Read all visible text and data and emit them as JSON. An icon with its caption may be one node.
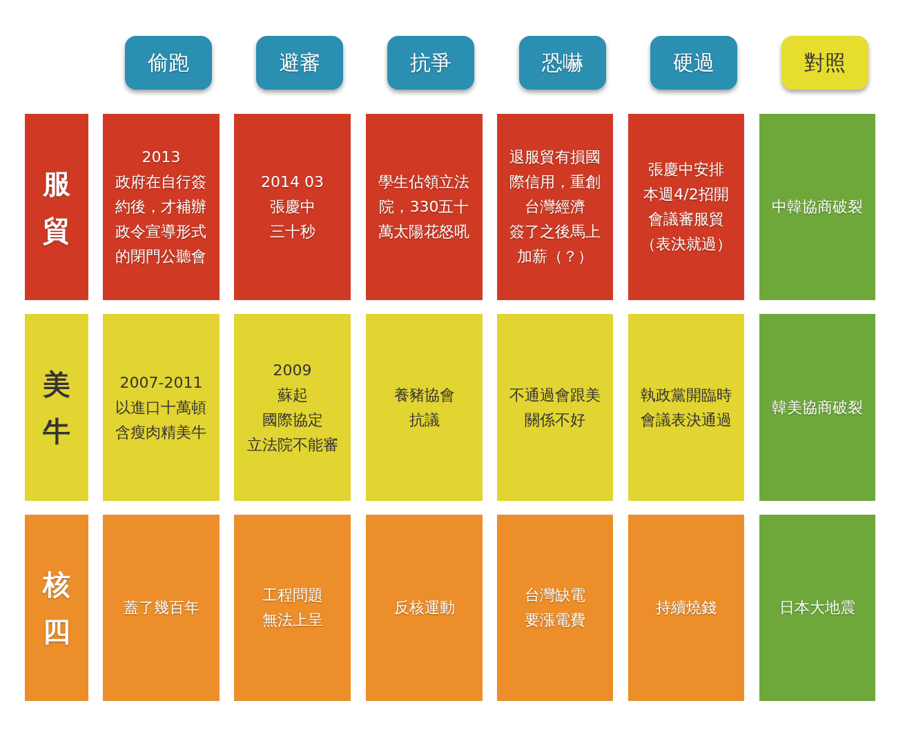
{
  "diagram": {
    "nodes": [
      {
        "text": [
          "偷跑"
        ]
      },
      {
        "text": [
          "避審"
        ]
      },
      {
        "text": [
          "抗爭"
        ]
      },
      {
        "text": [
          "恐嚇"
        ]
      },
      {
        "text": [
          "硬過"
        ]
      },
      {
        "text": [
          "對照"
        ]
      },
      {
        "text": [
          "服貿"
        ]
      },
      {
        "text": [
          "2013",
          "政府在自行簽約後，才補辦政令宣導形式的閉門公聽會"
        ]
      },
      {
        "text": [
          "2014 03",
          "張慶中",
          "三十秒"
        ]
      },
      {
        "text": [
          "學生佔領立法院，330五十萬太陽花怒吼"
        ]
      },
      {
        "text": [
          "退服貿有損國際信用，重創台灣經濟",
          "簽了之後馬上加薪（？）"
        ]
      },
      {
        "text": [
          "張慶中安排",
          "本週4/2招開",
          "會議審服貿",
          "（表決就過）"
        ]
      },
      {
        "text": [
          "中韓協商破裂"
        ]
      },
      {
        "text": [
          "美牛"
        ]
      },
      {
        "text": [
          "2007-2011",
          "以進口十萬頓含瘦肉精美牛"
        ]
      },
      {
        "text": [
          "2009",
          "蘇起",
          "國際協定",
          "立法院不能審"
        ]
      },
      {
        "text": [
          "養豬協會",
          "抗議"
        ]
      },
      {
        "text": [
          "不通過會跟美關係不好"
        ]
      },
      {
        "text": [
          "執政黨開臨時會議表決通過"
        ]
      },
      {
        "text": [
          "韓美協商破裂"
        ]
      },
      {
        "text": [
          "核四"
        ]
      },
      {
        "text": [
          "蓋了幾百年"
        ]
      },
      {
        "text": [
          "工程問題",
          "無法上呈"
        ]
      },
      {
        "text": [
          "反核運動"
        ]
      },
      {
        "text": [
          "台灣缺電",
          "要漲電費"
        ]
      },
      {
        "text": [
          "持續燒錢"
        ]
      },
      {
        "text": [
          "日本大地震"
        ]
      }
    ]
  }
}
